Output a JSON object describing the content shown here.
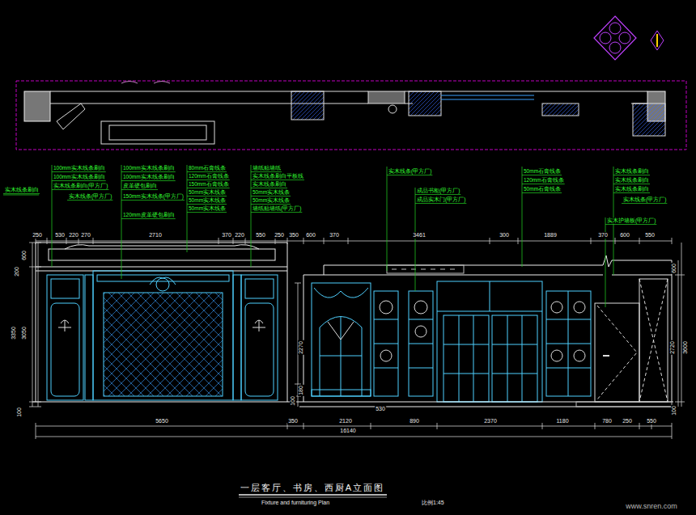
{
  "diagram": {
    "title": "一层客厅、书房、西厨A立面图",
    "caption": "Fixture and furnituring Plan",
    "labels": [
      "实木线条刷白",
      "100mm实木线条刷白",
      "100mm实木线条刷白",
      "实木线条刷白(甲方厂)",
      "实木线条(甲方厂)",
      "100mm实木线条刷白",
      "100mm实木线条刷白",
      "皮革硬包刷白",
      "150mm实木线条(甲方厂)",
      "120mm皮革硬包刷白",
      "80mm石膏线条",
      "120mm石膏线条",
      "150mm石膏线条",
      "50mm实木线条",
      "50mm实木线条",
      "50mm实木线条",
      "墙纸贴墙纸",
      "实木线条刷白平板线",
      "实木线条刷白",
      "50mm实木线条",
      "50mm实木线条",
      "墙纸贴墙纸(甲方厂)",
      "实木线条(甲方厂)",
      "成品书柜(甲方厂)",
      "成品实木门(甲方厂)",
      "50mm石膏线条",
      "120mm石膏线条",
      "50mm石膏线条",
      "实木线条刷白",
      "实木线条刷白",
      "实木线条刷白",
      "实木线条(甲方厂)",
      "实木护墙板(甲方厂)",
      "250",
      "530",
      "220",
      "270",
      "2710",
      "370",
      "220",
      "550",
      "250",
      "350",
      "600",
      "370",
      "3461",
      "300",
      "1889",
      "370",
      "600",
      "550",
      "200",
      "600",
      "3350",
      "3050",
      "100",
      "2270",
      "180",
      "100",
      "530",
      "600",
      "2720",
      "3600",
      "100",
      "5650",
      "350",
      "2120",
      "890",
      "2370",
      "1180",
      "780",
      "250",
      "550",
      "16140",
      "比例1:45",
      "www.snren.com"
    ]
  }
}
